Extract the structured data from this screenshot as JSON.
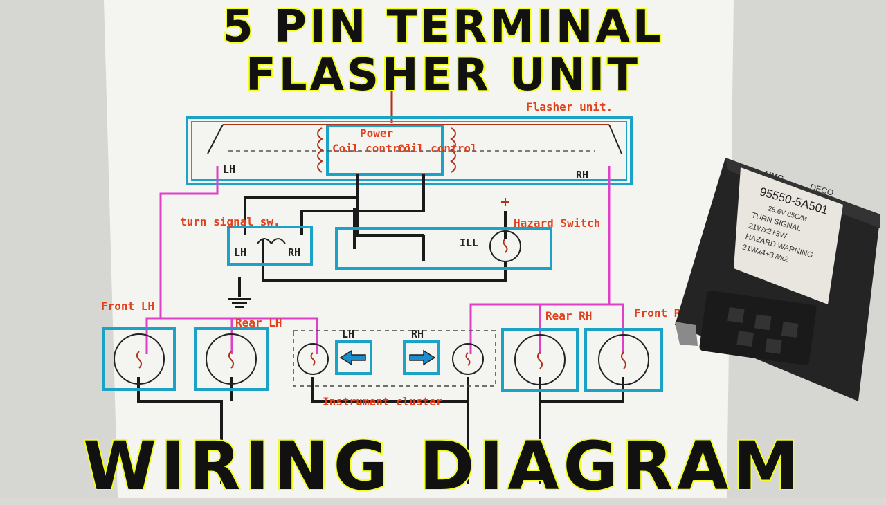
{
  "titles": {
    "line1": "5 PIN TERMINAL",
    "line2": "FLASHER UNIT",
    "line3": "WIRING DIAGRAM"
  },
  "diagram": {
    "flasher_unit": "Flasher unit.",
    "power": "Power",
    "coil_control": "Coil control",
    "lh": "LH",
    "rh": "RH",
    "turn_signal_sw": "turn signal sw.",
    "hazard_switch": "Hazard Switch",
    "ill": "ILL",
    "front_lh": "Front LH",
    "rear_lh": "Rear LH",
    "rear_rh": "Rear RH",
    "front_rh": "Front RH",
    "instrument_cluster": "Instrument cluster"
  },
  "product": {
    "brand": "HMC",
    "maker": "DECO",
    "part_number": "95550-5A501",
    "rating": "25.6V 85C/M",
    "turn_signal": "TURN SIGNAL",
    "turn_signal_load": "21Wx2+3W",
    "hazard_warning": "HAZARD WARNING",
    "hazard_load": "21Wx4+3Wx2"
  },
  "colors": {
    "title_fill": "#111111",
    "title_outline": "#f2ff1a",
    "box_cyan": "#1aa3c7",
    "wire_pink": "#e040c8",
    "wire_black": "#1a1a1a",
    "handwriting_red": "#e2401a"
  }
}
